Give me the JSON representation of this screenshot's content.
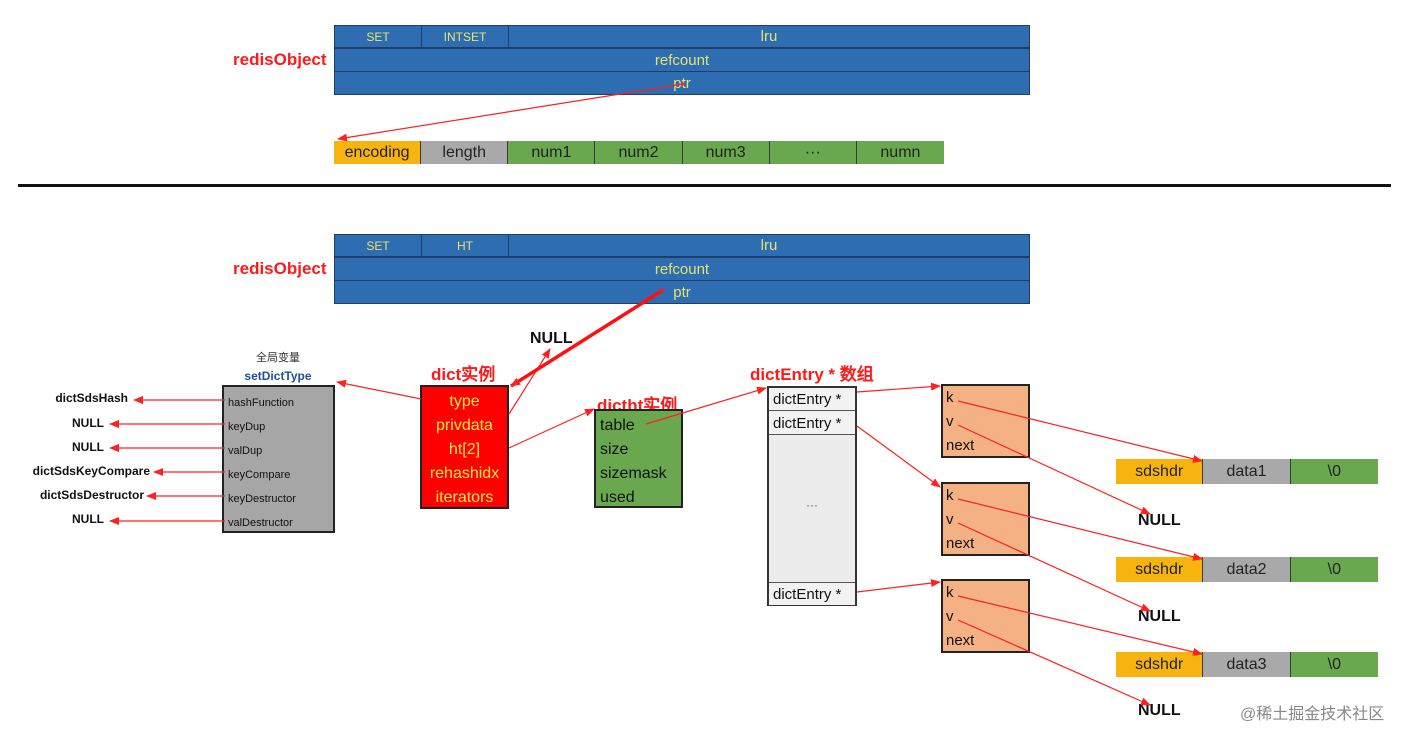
{
  "top": {
    "label": "redisObject",
    "row1": [
      "SET",
      "INTSET",
      "lru"
    ],
    "refcount": "refcount",
    "ptr": "ptr",
    "intset": [
      "encoding",
      "length",
      "num1",
      "num2",
      "num3",
      "···",
      "numn"
    ]
  },
  "bottom": {
    "label": "redisObject",
    "row1": [
      "SET",
      "HT",
      "lru"
    ],
    "refcount": "refcount",
    "ptr": "ptr"
  },
  "dict_type": {
    "caption": "全局变量",
    "title": "setDictType",
    "fields": [
      "hashFunction",
      "keyDup",
      "valDup",
      "keyCompare",
      "keyDestructor",
      "valDestructor"
    ],
    "targets": [
      "dictSdsHash",
      "NULL",
      "NULL",
      "dictSdsKeyCompare",
      "dictSdsDestructor",
      "NULL"
    ]
  },
  "dict": {
    "title": "dict实例",
    "null_label": "NULL",
    "fields": [
      "type",
      "privdata",
      "ht[2]",
      "rehashidx",
      "iterators"
    ]
  },
  "dictht": {
    "title": "dictht实例",
    "fields": [
      "table",
      "size",
      "sizemask",
      "used"
    ]
  },
  "entries": {
    "title": "dictEntry * 数组",
    "cells": [
      "dictEntry *",
      "dictEntry *",
      "···",
      "dictEntry *"
    ]
  },
  "kv_nodes": [
    {
      "k": "k",
      "v": "v",
      "next": "next",
      "sds": [
        "sdshdr",
        "data1",
        "\\0"
      ],
      "null": "NULL"
    },
    {
      "k": "k",
      "v": "v",
      "next": "next",
      "sds": [
        "sdshdr",
        "data2",
        "\\0"
      ],
      "null": "NULL"
    },
    {
      "k": "k",
      "v": "v",
      "next": "next",
      "sds": [
        "sdshdr",
        "data3",
        "\\0"
      ],
      "null": "NULL"
    }
  ],
  "watermark": "@稀土掘金技术社区",
  "colors": {
    "object": "#2e6db2",
    "arrow": "#ff2020",
    "dict": "#ff0000",
    "dictht": "#6aa84f",
    "entry": "#f4b183"
  }
}
